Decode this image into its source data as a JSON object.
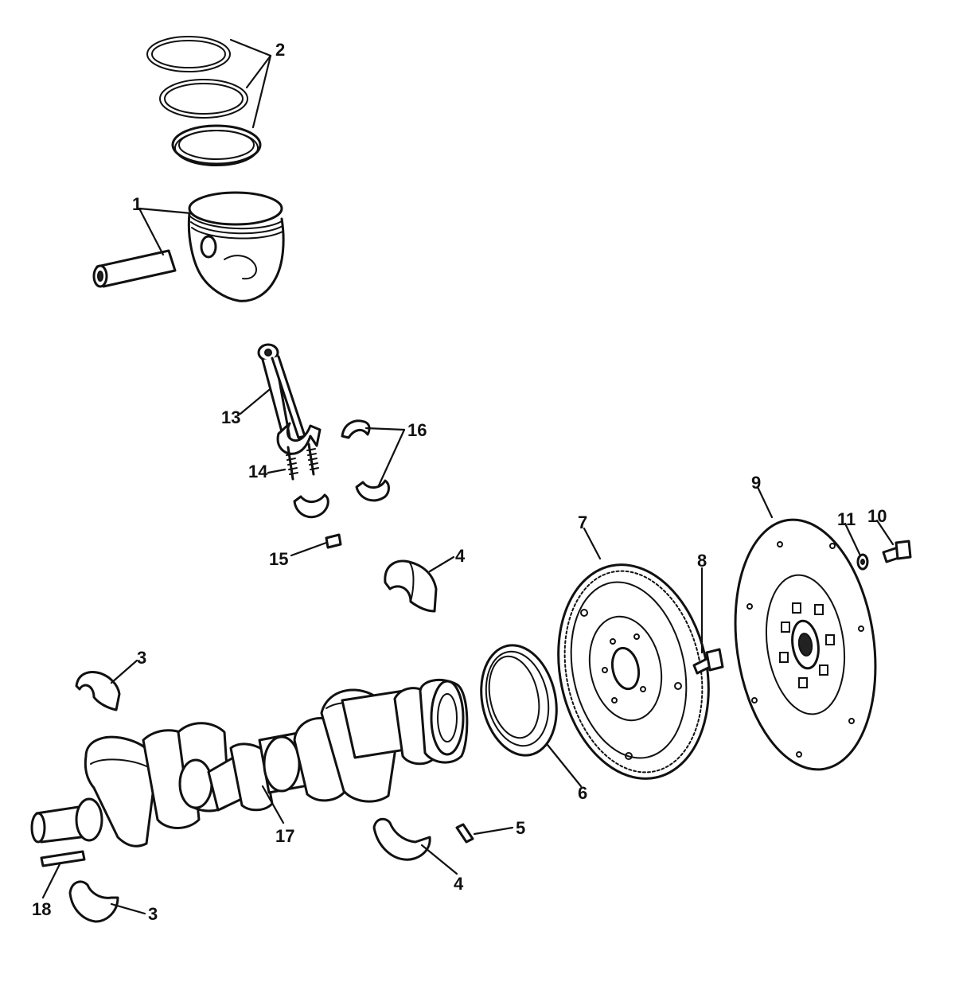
{
  "callouts": {
    "c1": "1",
    "c2": "2",
    "c3a": "3",
    "c3b": "3",
    "c4a": "4",
    "c4b": "4",
    "c5": "5",
    "c6": "6",
    "c7": "7",
    "c8": "8",
    "c9": "9",
    "c10": "10",
    "c11": "11",
    "c13": "13",
    "c14": "14",
    "c15": "15",
    "c16": "16",
    "c17": "17",
    "c18": "18"
  },
  "colors": {
    "line": "#111111",
    "background": "#ffffff"
  }
}
